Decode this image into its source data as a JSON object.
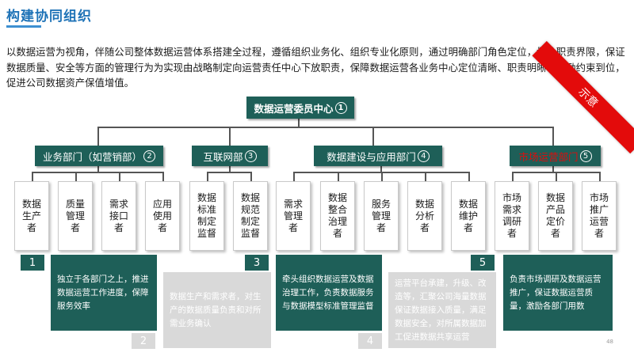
{
  "page": {
    "title": "构建协同组织",
    "intro": "以数据运营为视角，伴随公司整体数据运营体系搭建全过程，遵循组织业务化、组织专业化原则，通过明确部门角色定位，划分职责界限，保证数据质量、安全等方面的管理行为为实现由战略制定向运营责任中心下放职责，保障数据运营各业务中心定位清晰、职责明晰、激励约束到位，促进公司数据资产保值增值。",
    "ribbon": "示意",
    "page_number": "48"
  },
  "committee": {
    "label": "数据运营委员中心",
    "num": "1"
  },
  "departments": [
    {
      "label": "业务部门（如营销部）",
      "num": "2"
    },
    {
      "label": "互联网部",
      "num": "3"
    },
    {
      "label": "数据建设与应用部门",
      "num": "4"
    },
    {
      "label": "市场运营部门",
      "num": "5"
    }
  ],
  "roles": [
    "数据生产者",
    "质量管理者",
    "需求接口者",
    "应用使用者",
    "数据标准制定监督",
    "数据规范制定监督",
    "需求管理者",
    "数据整合治理者",
    "服务管理者",
    "数据分析者",
    "数据维护者",
    "市场需求调研者",
    "数据产品定价者",
    "市场推广运营者"
  ],
  "descriptions": [
    {
      "num": "1",
      "text": "独立于各部门之上，推进数据运营工作进度，保障服务效率"
    },
    {
      "num": "2",
      "text": "数据生产和需求者，对生产的数据质量负责和对所需业务确认"
    },
    {
      "num": "3",
      "text": "牵头组织数据运营及数据治理工作，负责数据服务与数据模型标准管理监督"
    },
    {
      "num": "4",
      "text": "运营平台承建，升级、改造等，汇聚公司海量数据保证数据接入质量，满足数据安全，对所属数据加工促进数据共享运营"
    },
    {
      "num": "5",
      "text": "负责市场调研及数据运营推广，保证数据运营质量，激励各部门用数"
    }
  ]
}
